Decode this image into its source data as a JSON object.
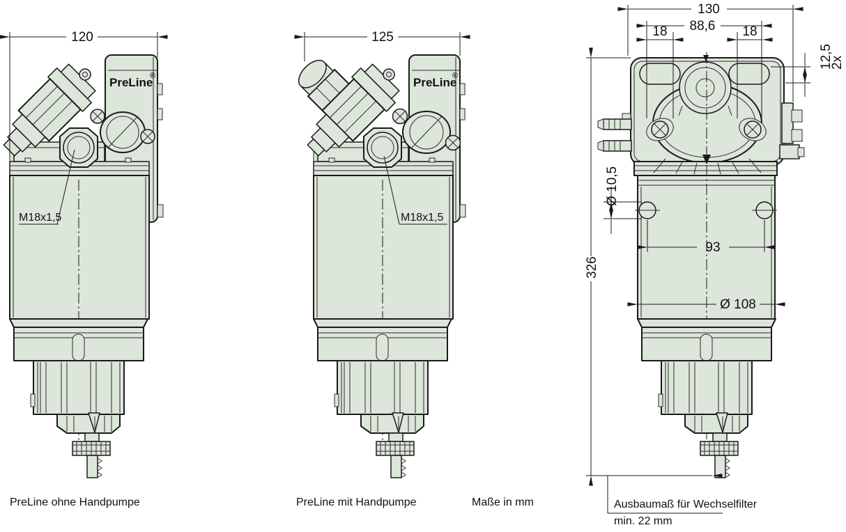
{
  "drawing": {
    "views": {
      "left": {
        "caption": "PreLine ohne Handpumpe",
        "dim_width": "120",
        "port_thread": "M18x1,5",
        "logo": "PreLine",
        "registered": "®"
      },
      "middle": {
        "caption": "PreLine mit Handpumpe",
        "dim_width": "125",
        "port_thread": "M18x1,5",
        "logo": "PreLine",
        "registered": "®"
      },
      "right": {
        "dim_overall_width": "130",
        "dim_slot_span": "88,6",
        "dim_slot_left": "18",
        "dim_slot_right": "18",
        "dim_slot_width": "12,5",
        "dim_slot_count": "2x",
        "dim_hole_dia": "Ø 10,5",
        "dim_hole_span": "93",
        "dim_body_dia": "Ø 108",
        "dim_height": "326",
        "removal_line1": "Ausbaumaß für Wechselfilter",
        "removal_line2": "min. 22 mm"
      }
    },
    "units_note": "Maße in mm",
    "colors": {
      "fill": "#dce6da",
      "line": "#1a1a1a",
      "background": "#ffffff"
    }
  }
}
